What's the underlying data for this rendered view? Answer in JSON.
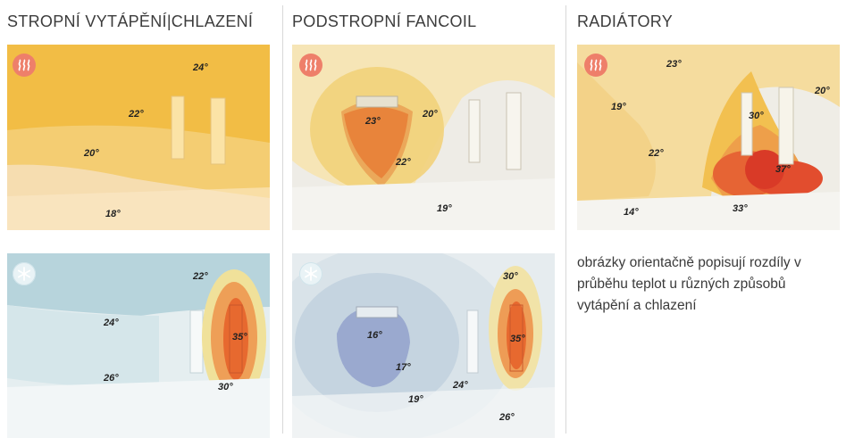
{
  "columns": [
    {
      "title": "STROPNÍ VYTÁPĚNÍ|CHLAZENÍ"
    },
    {
      "title": "PODSTROPNÍ FANCOIL"
    },
    {
      "title": "RADIÁTORY"
    }
  ],
  "panels": {
    "ceiling_heating": {
      "mode": "heating",
      "icon": "heat-waves-icon",
      "temps": [
        "24°",
        "22°",
        "20°",
        "18°"
      ]
    },
    "fancoil_heating": {
      "mode": "heating",
      "icon": "heat-waves-icon",
      "temps": [
        "23°",
        "20°",
        "22°",
        "19°"
      ]
    },
    "radiator_heating": {
      "mode": "heating",
      "icon": "heat-waves-icon",
      "temps": [
        "23°",
        "19°",
        "20°",
        "30°",
        "22°",
        "37°",
        "33°",
        "14°"
      ]
    },
    "ceiling_cooling": {
      "mode": "cooling",
      "icon": "snowflake-icon",
      "temps": [
        "22°",
        "24°",
        "35°",
        "26°",
        "30°"
      ]
    },
    "fancoil_cooling": {
      "mode": "cooling",
      "icon": "snowflake-icon",
      "temps": [
        "30°",
        "16°",
        "35°",
        "17°",
        "24°",
        "19°",
        "26°"
      ]
    }
  },
  "note": "obrázky orientačně popisují rozdíly v průběhu teplot u různých způsobů vytápění a chlazení",
  "colors": {
    "heat_badge": "#ee7f6a",
    "cool_badge": "#e9f3f6",
    "warm_zone": "#f2c24e",
    "hot_zone": "#e8612c",
    "cold_zone": "#8a9cc8"
  }
}
